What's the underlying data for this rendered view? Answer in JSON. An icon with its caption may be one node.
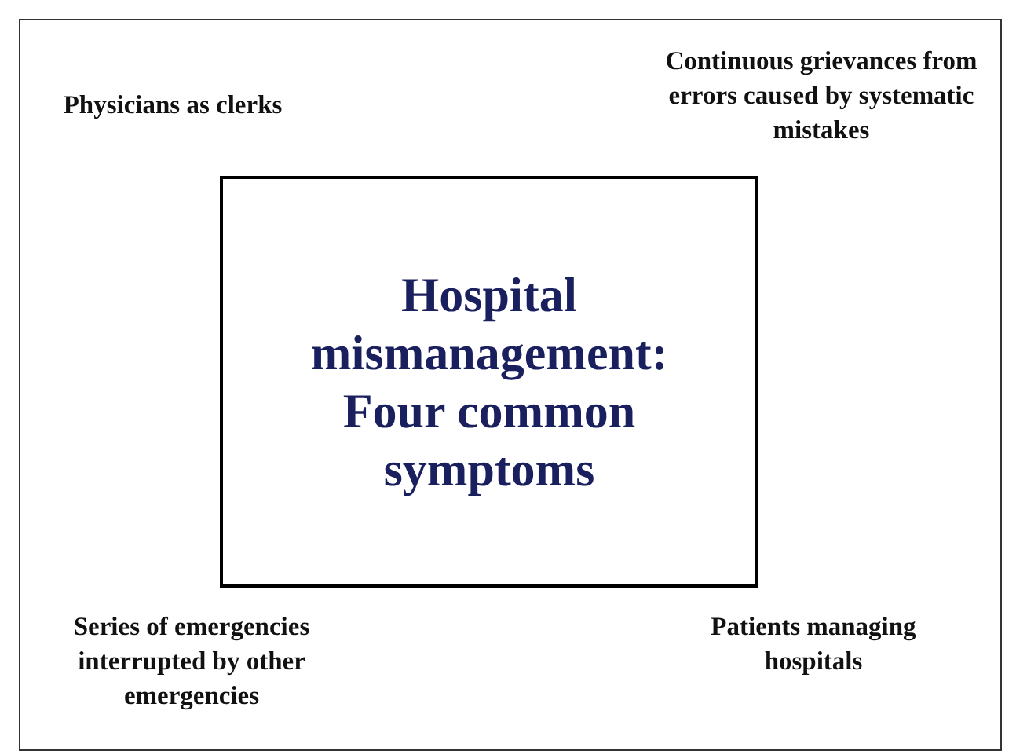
{
  "diagram": {
    "nodes": [
      {
        "text": [
          "Hospital mismanagement: Four common symptoms"
        ]
      }
    ],
    "labels": [
      "Physicians as clerks",
      "Continuous grievances from errors caused by systematic mistakes",
      "Series of emergencies interrupted by other emergencies",
      "Patients managing hospitals"
    ]
  }
}
